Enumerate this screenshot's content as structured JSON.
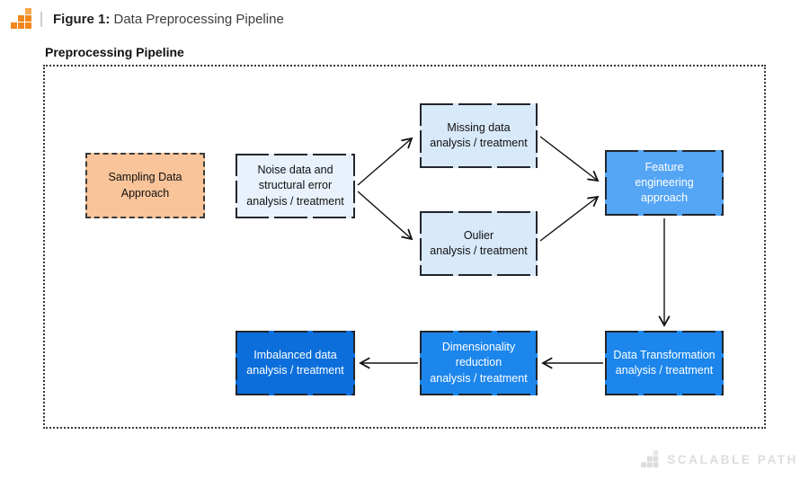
{
  "header": {
    "figure_label": "Figure 1:",
    "figure_title": " Data Preprocessing Pipeline"
  },
  "section": {
    "title": "Preprocessing Pipeline"
  },
  "diagram": {
    "nodes": {
      "sampling": {
        "lines": [
          "Sampling Data",
          "Approach"
        ],
        "fill": "#f9c499",
        "border_style": "dashed"
      },
      "noise": {
        "lines": [
          "Noise data and",
          "structural error",
          "analysis / treatment"
        ],
        "fill": "#e8f1fc"
      },
      "missing": {
        "lines": [
          "Missing data",
          "analysis / treatment"
        ],
        "fill": "#d8e9fa"
      },
      "oulier": {
        "lines": [
          "Oulier",
          "analysis / treatment"
        ],
        "fill": "#d8e9fa"
      },
      "feature": {
        "lines": [
          "Feature",
          "engineering",
          "approach"
        ],
        "fill": "#55a5f5"
      },
      "transform": {
        "lines": [
          "Data Transformation",
          "analysis / treatment"
        ],
        "fill": "#1c86ec"
      },
      "dimension": {
        "lines": [
          "Dimensionality",
          "reduction",
          "analysis / treatment"
        ],
        "fill": "#1c86ec"
      },
      "imbalanced": {
        "lines": [
          "Imbalanced data",
          "analysis / treatment"
        ],
        "fill": "#0c6eda"
      }
    },
    "connections": [
      {
        "from": "noise",
        "to": "missing"
      },
      {
        "from": "noise",
        "to": "oulier"
      },
      {
        "from": "missing",
        "to": "feature"
      },
      {
        "from": "oulier",
        "to": "feature"
      },
      {
        "from": "feature",
        "to": "transform"
      },
      {
        "from": "transform",
        "to": "dimension"
      },
      {
        "from": "dimension",
        "to": "imbalanced"
      }
    ],
    "colors": {
      "arrow": "#111111",
      "frame_border": "#3a3a3a",
      "logo_orange": "#f2871e",
      "logo_orange_light": "#f7a94e",
      "watermark_gray": "#dcdcdc"
    }
  },
  "footer": {
    "brand": "SCALABLE PATH"
  }
}
